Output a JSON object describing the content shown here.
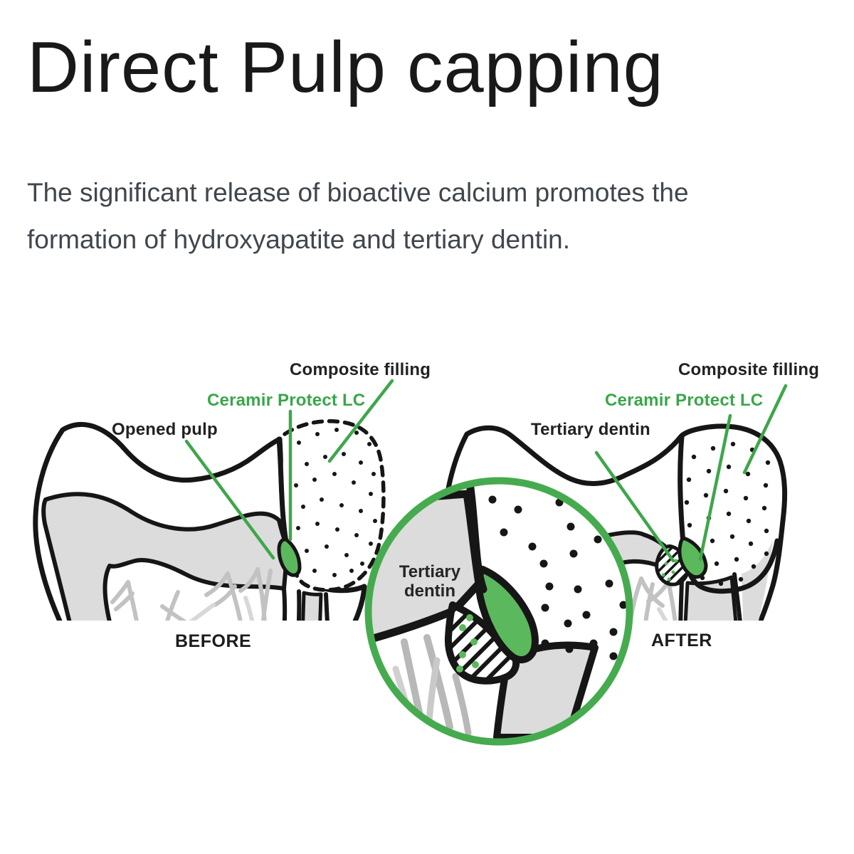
{
  "page": {
    "title": "Direct Pulp capping",
    "body_line1": "The significant release of bioactive calcium promotes the",
    "body_line2": "formation of hydroxyapatite and tertiary dentin."
  },
  "diagram": {
    "before": {
      "caption": "BEFORE",
      "labels": {
        "composite": "Composite filling",
        "ceramir": "Ceramir Protect LC",
        "opened_pulp": "Opened pulp"
      }
    },
    "after": {
      "caption": "AFTER",
      "labels": {
        "composite": "Composite filling",
        "ceramir": "Ceramir Protect LC",
        "tertiary": "Tertiary dentin"
      }
    },
    "magnifier": {
      "label_line1": "Tertiary",
      "label_line2": "dentin"
    }
  },
  "colors": {
    "accent_green": "#3fa64b",
    "ring_green": "#46ab4f",
    "fill_green": "#5cb85c",
    "outline_black": "#161616",
    "dentin_gray": "#dcdcdc",
    "pulp_branch_gray": "#c2c2c2",
    "body_text_gray": "#40464c",
    "title_color": "#191919"
  }
}
